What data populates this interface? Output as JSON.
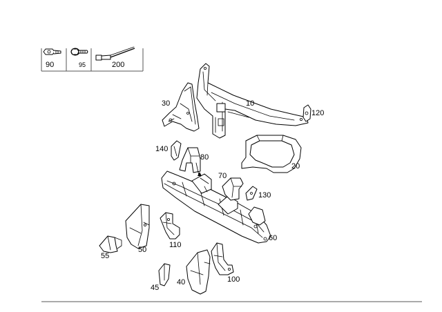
{
  "legend": {
    "items": [
      {
        "number": "90",
        "icon": "screw-icon"
      },
      {
        "number": "95",
        "icon": "bolt-with-washer-icon"
      },
      {
        "number": "200",
        "icon": "rivet-icon"
      }
    ]
  },
  "callouts": {
    "p10": "10",
    "p20": "20",
    "p30": "30",
    "p40": "40",
    "p45": "45",
    "p50": "50",
    "p55": "55",
    "p60": "60",
    "p70": "70",
    "p80": "80",
    "p100": "100",
    "p110": "110",
    "p120": "120",
    "p130": "130",
    "p140": "140"
  }
}
